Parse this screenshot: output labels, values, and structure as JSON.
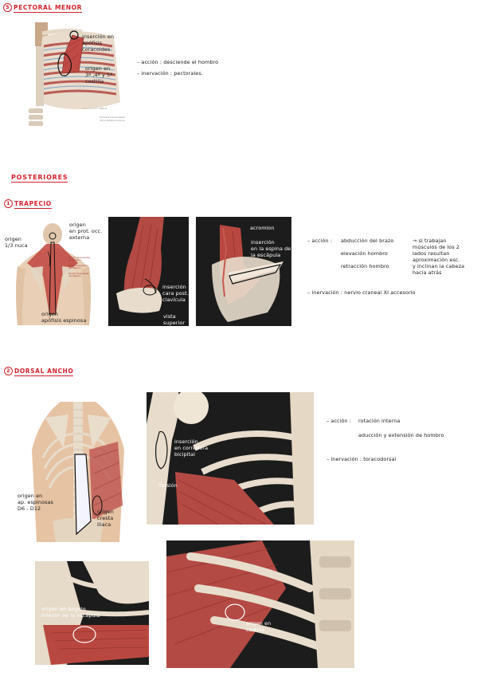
{
  "colors": {
    "accent": "#d4202a",
    "muscle": "#b34a43",
    "bone": "#e8dccb",
    "dark_bg": "#1c1c1c"
  },
  "pectoral_menor": {
    "number": "5",
    "title": "PECTORAL MENOR",
    "img_label_insercion": [
      "inserción en",
      "apófisis",
      "coracoides"
    ],
    "img_label_origen": [
      "origen en",
      "3ª ,4ª y 5ª",
      "costilla"
    ],
    "accion": "– acción : desciende el hombro",
    "inervacion": "– inervación : pectorales."
  },
  "posteriores": {
    "title": "POSTERIORES"
  },
  "trapecio": {
    "number": "1",
    "title": "TRAPECIO",
    "label_origen_occ": [
      "origen",
      "en prot. occ.",
      "externa"
    ],
    "label_origen_nuca": [
      "origen",
      "1/3 nuca"
    ],
    "label_origen_apof": [
      "origen",
      "apófisis espinosa"
    ],
    "img2_insercion": [
      "inserción",
      "cara post.",
      "clavícula"
    ],
    "img2_caption": [
      "vista",
      "superior"
    ],
    "img3_acromion": "acromion",
    "img3_insercion": [
      "inserción",
      "en la espina de",
      "la escápula"
    ],
    "accion_label": "– acción :",
    "accion_items": [
      "abducción del brazo",
      "elevación hombro",
      "retracción hombro"
    ],
    "note": [
      "→ si trabajan",
      "músculos de los 2",
      "lados resultan",
      "aproximación esc.",
      "y inclinan la cabeza",
      "hacia atrás"
    ],
    "inervacion": "– inervación : nervio craneal XI accesorio"
  },
  "dorsal_ancho": {
    "number": "2",
    "title": "DORSAL ANCHO",
    "label_origen_apof": [
      "origen en",
      "ap. espinosas",
      "D6 - D12"
    ],
    "label_origen_cresta": [
      "origen",
      "cresta",
      "iliaca"
    ],
    "img2_insercion": [
      "inserción",
      "en corredera",
      "bicipital"
    ],
    "img2_torsion": "torsión",
    "accion_label": "– acción :",
    "accion_items": [
      "rotación interna",
      "aducción y extensión de hombro"
    ],
    "inervacion": "– inervación : toracodorsal",
    "img3_origen": [
      "origen en ángulo",
      "inferior de la escápula"
    ],
    "img4_origen": [
      "origen en",
      "costilla"
    ]
  }
}
